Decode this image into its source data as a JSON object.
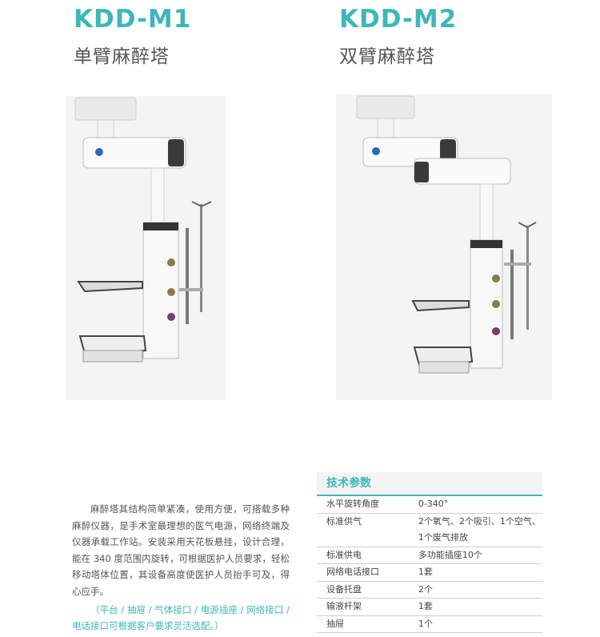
{
  "products": [
    {
      "model": "KDD-M1",
      "name": "单臂麻醉塔"
    },
    {
      "model": "KDD-M2",
      "name": "双臂麻醉塔"
    }
  ],
  "description": "麻醉塔其结构简单紧凑，使用方便，可搭载多种麻醉仪器，是手术室最理想的医气电源，网络终端及仪器承载工作站。安装采用天花板悬挂，设计合理，能在 340 度范围内旋转，可根据医护人员要求，轻松移动塔体位置，其设备高度使医护人员抬手可及，得心应手。",
  "options_note": "（平台 / 抽屉 / 气体接口 / 电源插座 / 网络接口 / 电话接口可根据客户要求灵活选配。）",
  "spec": {
    "title": "技术参数",
    "rows": [
      {
        "key": "水平旋转角度",
        "value": "0-340°"
      },
      {
        "key": "标准供气",
        "value": "2个氧气、2个吸引、1个空气、1个废气排放"
      },
      {
        "key": "标准供电",
        "value": "多功能插座10个"
      },
      {
        "key": "网络电话接口",
        "value": "1套"
      },
      {
        "key": "设备托盘",
        "value": "2个"
      },
      {
        "key": "输液杆架",
        "value": "1套"
      },
      {
        "key": "抽屉",
        "value": "1个"
      }
    ]
  }
}
